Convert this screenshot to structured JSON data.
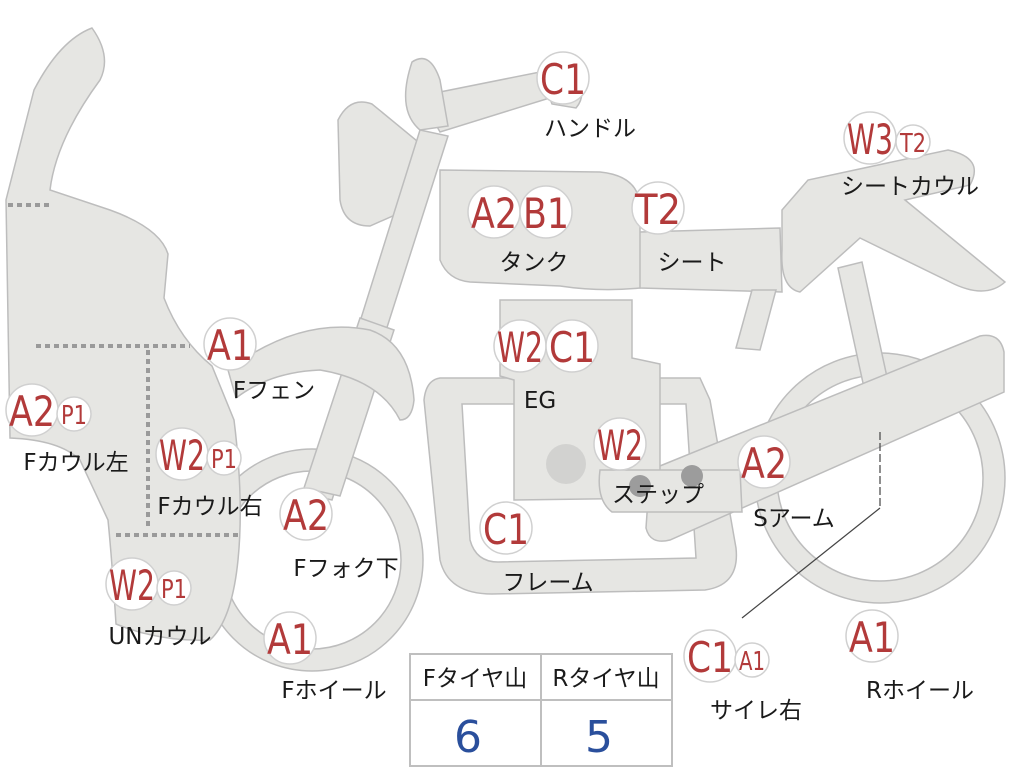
{
  "colors": {
    "body_fill": "#e6e6e3",
    "outline": "#bdbdbd",
    "grade_text": "#b23a3a",
    "label_text": "#1a1a1a",
    "dotted_line": "#9a9a9a",
    "table_border": "#bfbfbf",
    "table_value": "#2a4f9c"
  },
  "parts": [
    {
      "id": "handle",
      "label": "ハンドル",
      "grades": [
        "C1"
      ],
      "sub_grade": ""
    },
    {
      "id": "seat-cowl",
      "label": "シートカウル",
      "grades": [
        "W3"
      ],
      "sub_grade": "T2"
    },
    {
      "id": "tank",
      "label": "タンク",
      "grades": [
        "A2",
        "B1"
      ],
      "sub_grade": ""
    },
    {
      "id": "seat",
      "label": "シート",
      "grades": [
        "T2"
      ],
      "sub_grade": ""
    },
    {
      "id": "f-fender",
      "label": "Fフェン",
      "grades": [
        "A1"
      ],
      "sub_grade": ""
    },
    {
      "id": "engine",
      "label": "EG",
      "grades": [
        "W2",
        "C1"
      ],
      "sub_grade": ""
    },
    {
      "id": "f-cowl-left",
      "label": "Fカウル左",
      "grades": [
        "A2"
      ],
      "sub_grade": "P1"
    },
    {
      "id": "f-cowl-right",
      "label": "Fカウル右",
      "grades": [
        "W2"
      ],
      "sub_grade": "P1"
    },
    {
      "id": "step",
      "label": "ステップ",
      "grades": [
        "W2"
      ],
      "sub_grade": ""
    },
    {
      "id": "s-arm",
      "label": "Sアーム",
      "grades": [
        "A2"
      ],
      "sub_grade": ""
    },
    {
      "id": "f-fork-lower",
      "label": "Fフォク下",
      "grades": [
        "A2"
      ],
      "sub_grade": ""
    },
    {
      "id": "frame",
      "label": "フレーム",
      "grades": [
        "C1"
      ],
      "sub_grade": ""
    },
    {
      "id": "un-cowl",
      "label": "UNカウル",
      "grades": [
        "W2"
      ],
      "sub_grade": "P1"
    },
    {
      "id": "f-wheel",
      "label": "Fホイール",
      "grades": [
        "A1"
      ],
      "sub_grade": ""
    },
    {
      "id": "muffler-right",
      "label": "サイレ右",
      "grades": [
        "C1"
      ],
      "sub_grade": "A1"
    },
    {
      "id": "r-wheel",
      "label": "Rホイール",
      "grades": [
        "A1"
      ],
      "sub_grade": ""
    }
  ],
  "tire_table": {
    "headers": [
      "Fタイヤ山",
      "Rタイヤ山"
    ],
    "values": [
      "6",
      "5"
    ]
  }
}
